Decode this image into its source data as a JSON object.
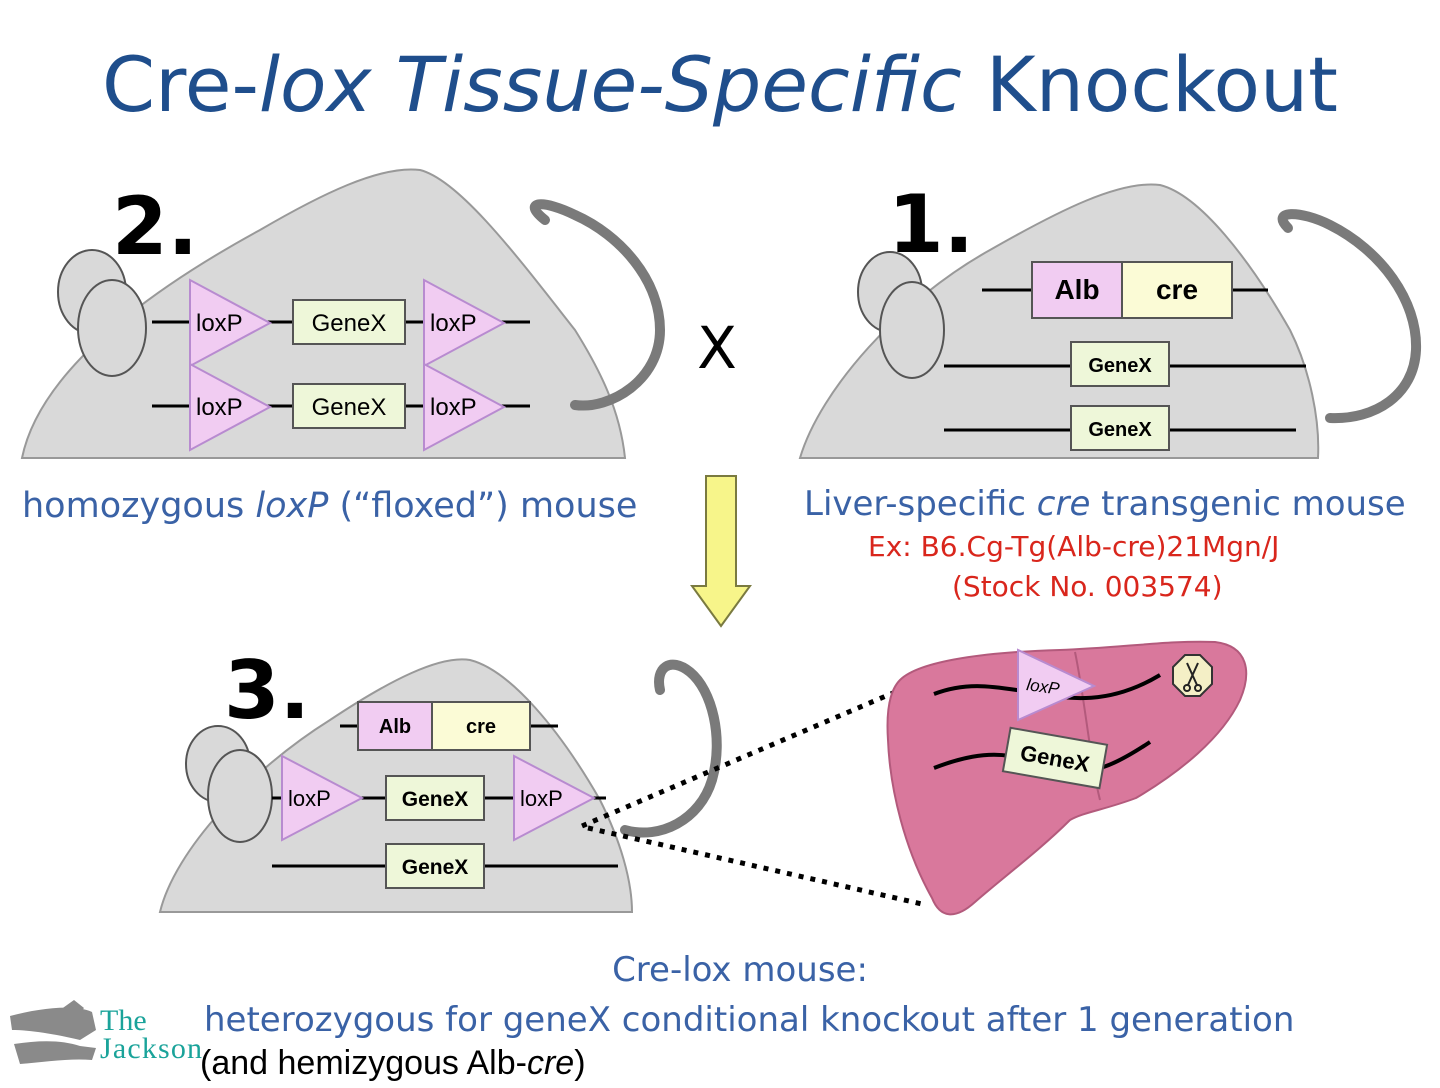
{
  "title": {
    "part1": "Cre-",
    "part2": "lox Tissue-Specific",
    "part3": " Knockout"
  },
  "mouse2": {
    "number": "2.",
    "loxp": "loxP",
    "gene": "GeneX",
    "caption_a": "homozygous ",
    "caption_b": "loxP",
    "caption_c": " (“floxed”) mouse"
  },
  "cross": "X",
  "mouse1": {
    "number": "1.",
    "promoter": "Alb",
    "cre": "cre",
    "gene": "GeneX",
    "caption_a": "Liver-specific ",
    "caption_b": "cre",
    "caption_c": " transgenic mouse",
    "example": "Ex:  B6.Cg-Tg(Alb-cre)21Mgn/J",
    "stock": "(Stock No. 003574)"
  },
  "mouse3": {
    "number": "3.",
    "promoter": "Alb",
    "cre": "cre",
    "loxp": "loxP",
    "gene": "GeneX",
    "caption_line1": "Cre-lox mouse:",
    "caption_line2": "heterozygous for geneX conditional knockout after 1 generation",
    "caption_line3_a": "(and hemizygous Alb-",
    "caption_line3_b": "cre",
    "caption_line3_c": ")"
  },
  "liver": {
    "loxp": "loxP",
    "gene": "GeneX"
  },
  "logo": {
    "line1": "The",
    "line2": "Jackson"
  },
  "colors": {
    "title": "#1f4e8c",
    "caption_blue": "#3a62a6",
    "caption_red": "#d9261c",
    "mouse_body": "#d9d9d9",
    "loxp_fill": "#f1ccf2",
    "gene_fill": "#eef7d9",
    "cre_fill": "#fbfbd6",
    "liver": "#d9789c",
    "arrow": "#f7f58a",
    "logo": "#1aa39a"
  }
}
